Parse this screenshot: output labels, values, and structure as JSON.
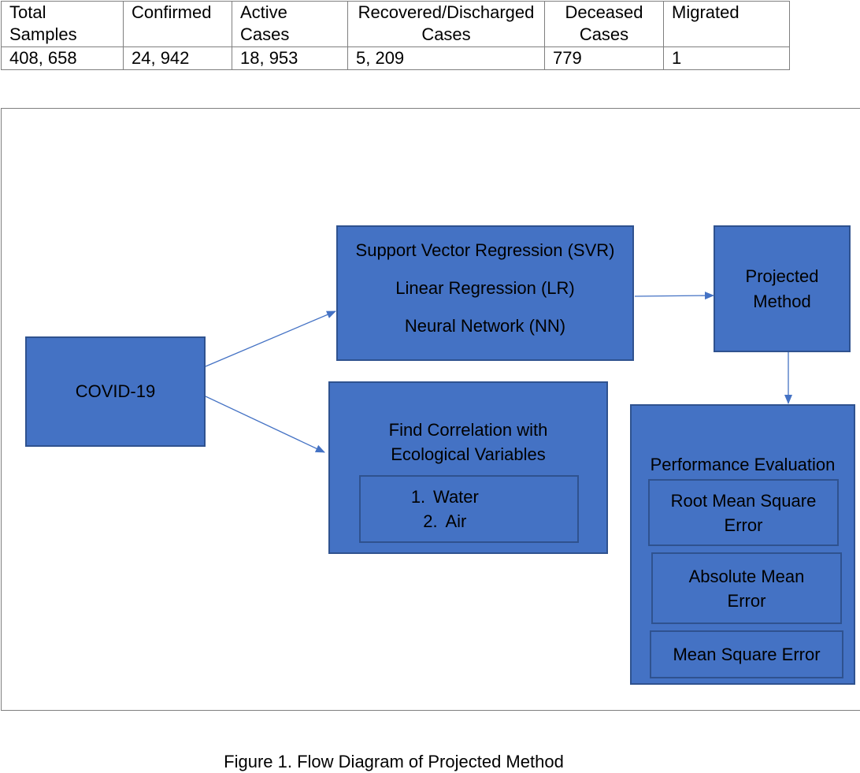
{
  "table": {
    "headers": [
      "Total\nSamples",
      "Confirmed",
      "Active\nCases",
      "Recovered/Discharged\nCases",
      "Deceased\nCases",
      "Migrated"
    ],
    "row": [
      "408, 658",
      "24, 942",
      "18, 953",
      "5, 209",
      "779",
      "1"
    ]
  },
  "diagram": {
    "covid": "COVID-19",
    "models": [
      "Support Vector Regression (SVR)",
      "Linear Regression (LR)",
      "Neural Network (NN)"
    ],
    "projected": "Projected\nMethod",
    "correlation": {
      "title": "Find Correlation with\nEcological Variables",
      "variables": [
        "Water",
        "Air"
      ]
    },
    "evaluation": {
      "title": "Performance Evaluation",
      "metrics": [
        "Root Mean Square\nError",
        "Absolute Mean\nError",
        "Mean Square Error"
      ]
    },
    "colors": {
      "box_fill": "#4472c4",
      "box_border": "#2f528f",
      "arrow": "#4472c4"
    }
  },
  "caption": "Figure 1. Flow Diagram of Projected Method"
}
